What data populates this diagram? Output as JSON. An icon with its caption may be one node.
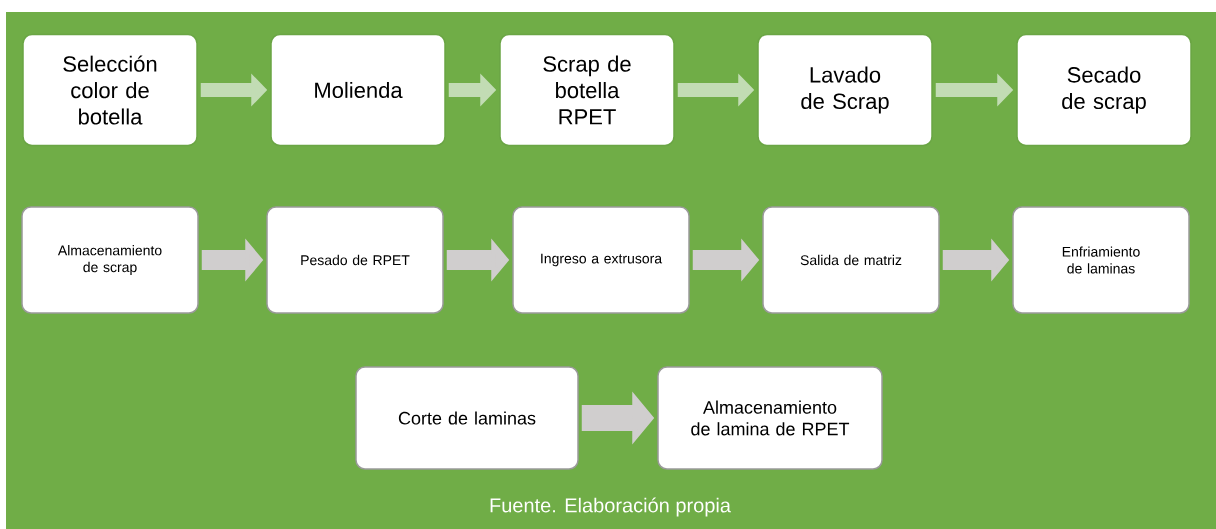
{
  "diagram": {
    "caption": "Fuente. Elaboración propia",
    "nodes": [
      {
        "text": [
          "Selección color de botella"
        ]
      },
      {
        "text": [
          "Molienda"
        ]
      },
      {
        "text": [
          "Scrap de botella RPET"
        ]
      },
      {
        "text": [
          "Lavado de Scrap"
        ]
      },
      {
        "text": [
          "Secado de scrap"
        ]
      },
      {
        "text": [
          "Almacenamiento de scrap"
        ]
      },
      {
        "text": [
          "Pesado de RPET"
        ]
      },
      {
        "text": [
          "Ingreso a extrusora"
        ]
      },
      {
        "text": [
          "Salida de matriz"
        ]
      },
      {
        "text": [
          "Enfriamiento de laminas"
        ]
      },
      {
        "text": [
          "Corte de laminas"
        ]
      },
      {
        "text": [
          "Almacenamiento de lamina de RPET"
        ]
      }
    ],
    "edges": [
      {
        "from": 0,
        "to": 1,
        "arrow": "to",
        "color": "#c2dcb4"
      },
      {
        "from": 1,
        "to": 2,
        "arrow": "to",
        "color": "#c2dcb4"
      },
      {
        "from": 2,
        "to": 3,
        "arrow": "to",
        "color": "#c2dcb4"
      },
      {
        "from": 3,
        "to": 4,
        "arrow": "to",
        "color": "#c2dcb4"
      },
      {
        "from": 5,
        "to": 6,
        "arrow": "to"
      },
      {
        "from": 6,
        "to": 7,
        "arrow": "to"
      },
      {
        "from": 7,
        "to": 8,
        "arrow": "to"
      },
      {
        "from": 8,
        "to": 9,
        "arrow": "to"
      },
      {
        "from": 10,
        "to": 11,
        "arrow": "to"
      }
    ]
  }
}
